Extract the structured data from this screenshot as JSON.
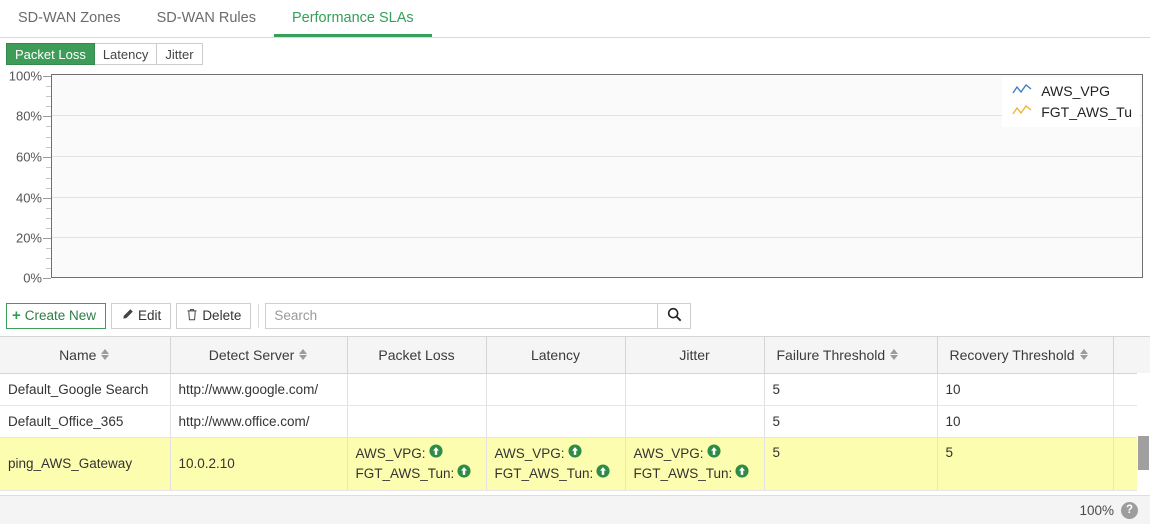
{
  "tabs": [
    {
      "label": "SD-WAN Zones",
      "active": false
    },
    {
      "label": "SD-WAN Rules",
      "active": false
    },
    {
      "label": "Performance SLAs",
      "active": true
    }
  ],
  "subtabs": [
    {
      "label": "Packet Loss",
      "active": true
    },
    {
      "label": "Latency",
      "active": false
    },
    {
      "label": "Jitter",
      "active": false
    }
  ],
  "toolbar": {
    "create_label": "Create New",
    "create_icon": "plus-icon",
    "edit_label": "Edit",
    "edit_icon": "pencil-icon",
    "delete_label": "Delete",
    "delete_icon": "trash-icon",
    "search_value": "",
    "search_placeholder": "Search",
    "search_icon": "search-icon"
  },
  "chart_data": {
    "type": "line",
    "title": "",
    "xlabel": "",
    "ylabel": "",
    "ylim": [
      0,
      100
    ],
    "y_ticks": [
      "0%",
      "20%",
      "40%",
      "60%",
      "80%",
      "100%"
    ],
    "y_tick_values": [
      0,
      20,
      40,
      60,
      80,
      100
    ],
    "minor_tick_step": 5,
    "grid": true,
    "legend_position": "top-right",
    "series": [
      {
        "name": "AWS_VPG",
        "color": "#3b7fc4",
        "values": []
      },
      {
        "name": "FGT_AWS_Tu",
        "color": "#f2b430",
        "values": []
      }
    ]
  },
  "table": {
    "columns": [
      {
        "label": "Name",
        "sortable": true
      },
      {
        "label": "Detect Server",
        "sortable": true
      },
      {
        "label": "Packet Loss",
        "sortable": false
      },
      {
        "label": "Latency",
        "sortable": false
      },
      {
        "label": "Jitter",
        "sortable": false
      },
      {
        "label": "Failure Threshold",
        "sortable": true
      },
      {
        "label": "Recovery Threshold",
        "sortable": true
      }
    ],
    "rows": [
      {
        "name": "Default_Google Search",
        "detect_server": "http://www.google.com/",
        "packet_loss": [],
        "latency": [],
        "jitter": [],
        "failure_threshold": "5",
        "recovery_threshold": "10",
        "highlight": false
      },
      {
        "name": "Default_Office_365",
        "detect_server": "http://www.office.com/",
        "packet_loss": [],
        "latency": [],
        "jitter": [],
        "failure_threshold": "5",
        "recovery_threshold": "10",
        "highlight": false
      },
      {
        "name": "ping_AWS_Gateway",
        "detect_server": "10.0.2.10",
        "packet_loss": [
          {
            "member": "AWS_VPG:",
            "status": "up"
          },
          {
            "member": "FGT_AWS_Tun:",
            "status": "up"
          }
        ],
        "latency": [
          {
            "member": "AWS_VPG:",
            "status": "up"
          },
          {
            "member": "FGT_AWS_Tun:",
            "status": "up"
          }
        ],
        "jitter": [
          {
            "member": "AWS_VPG:",
            "status": "up"
          },
          {
            "member": "FGT_AWS_Tun:",
            "status": "up"
          }
        ],
        "failure_threshold": "5",
        "recovery_threshold": "5",
        "highlight": true
      }
    ]
  },
  "statusbar": {
    "zoom": "100%",
    "help_icon": "help-icon",
    "help_glyph": "?"
  },
  "colors": {
    "accent_green": "#3d9c58",
    "active_tab_green": "#34a058",
    "status_up_green": "#2f8c46",
    "highlight_row": "#fdfdaf",
    "series_blue": "#3b7fc4",
    "series_orange": "#f2b430"
  }
}
